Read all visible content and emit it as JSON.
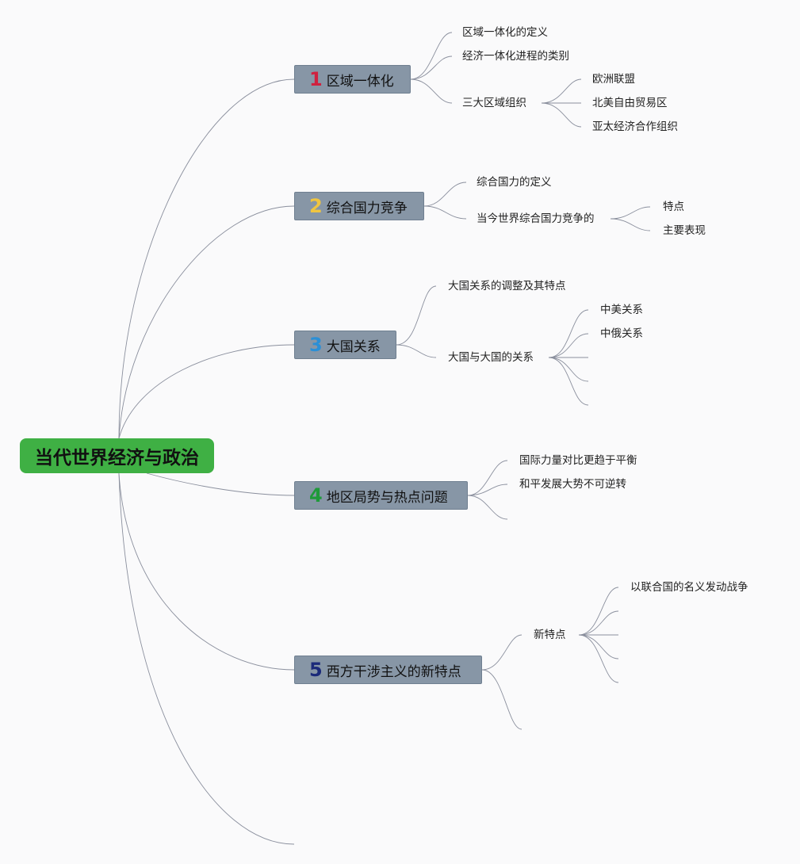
{
  "root": {
    "label": "当代世界经济与政治"
  },
  "topics": [
    {
      "num": "1",
      "num_color": "#d0213f",
      "label": "区域一体化",
      "children": [
        {
          "label": "区域一体化的定义"
        },
        {
          "label": "经济一体化进程的类别"
        },
        {
          "label": "三大区域组织",
          "children": [
            {
              "label": "欧洲联盟"
            },
            {
              "label": "北美自由贸易区"
            },
            {
              "label": "亚太经济合作组织"
            }
          ]
        }
      ]
    },
    {
      "num": "2",
      "num_color": "#f0c540",
      "label": "综合国力竞争",
      "children": [
        {
          "label": "综合国力的定义"
        },
        {
          "label": "当今世界综合国力竞争的",
          "children": [
            {
              "label": "特点"
            },
            {
              "label": "主要表现"
            }
          ]
        }
      ]
    },
    {
      "num": "3",
      "num_color": "#2b8fd6",
      "label": "大国关系",
      "children": [
        {
          "label": "大国关系的调整及其特点"
        },
        {
          "label": "大国与大国的关系",
          "children": [
            {
              "label": "中美关系"
            },
            {
              "label": "中俄关系"
            },
            {
              "label": ""
            },
            {
              "label": ""
            },
            {
              "label": ""
            }
          ]
        }
      ]
    },
    {
      "num": "4",
      "num_color": "#1f9a3a",
      "label": "地区局势与热点问题",
      "children": [
        {
          "label": "国际力量对比更趋于平衡"
        },
        {
          "label": "和平发展大势不可逆转"
        },
        {
          "label": ""
        }
      ]
    },
    {
      "num": "5",
      "num_color": "#1b2a7a",
      "label": "西方干涉主义的新特点",
      "children": [
        {
          "label": "新特点",
          "children": [
            {
              "label": "以联合国的名义发动战争"
            },
            {
              "label": ""
            },
            {
              "label": ""
            },
            {
              "label": ""
            },
            {
              "label": ""
            }
          ]
        },
        {
          "label": ""
        }
      ]
    },
    {
      "num": "",
      "label": "",
      "children": []
    }
  ]
}
